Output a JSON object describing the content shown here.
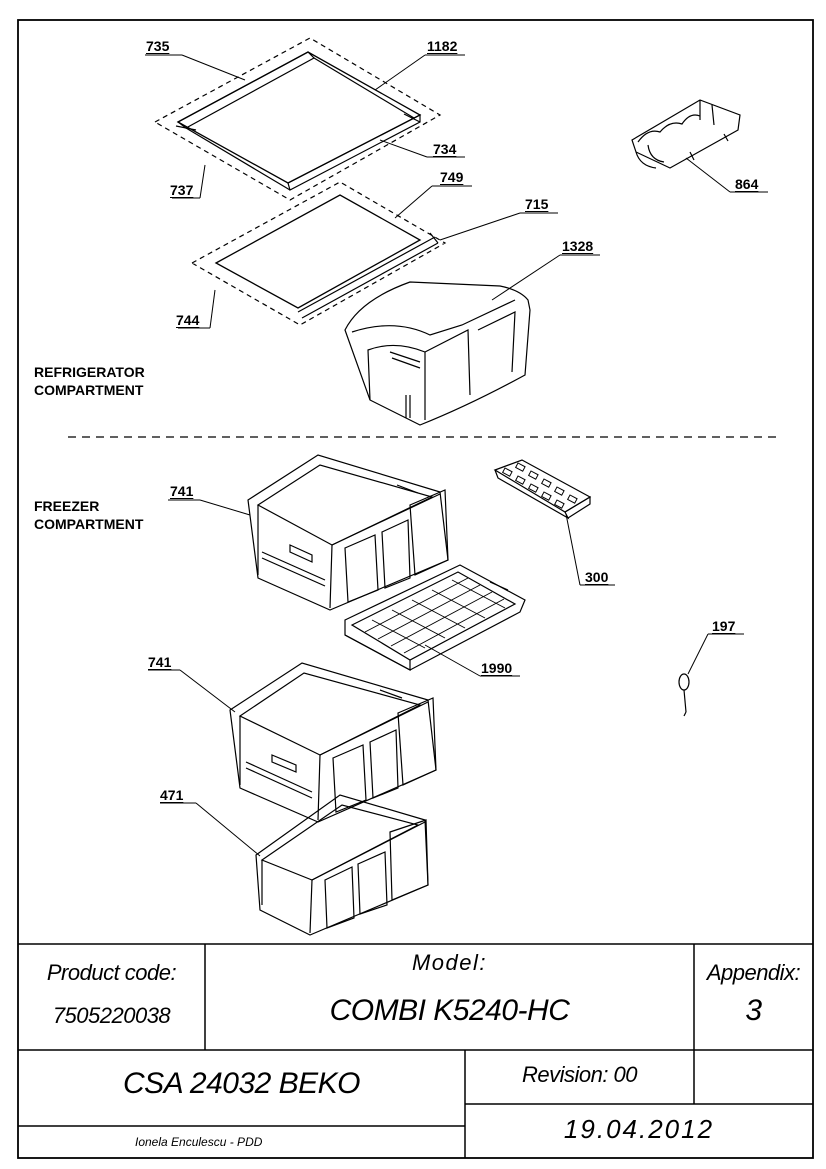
{
  "diagram": {
    "sections": {
      "refrigerator": [
        "REFRIGERATOR",
        "COMPARTMENT"
      ],
      "freezer": [
        "FREEZER",
        "COMPARTMENT"
      ]
    },
    "parts": {
      "p735": "735",
      "p1182": "1182",
      "p734": "734",
      "p737": "737",
      "p749": "749",
      "p715": "715",
      "p744": "744",
      "p1328": "1328",
      "p864": "864",
      "p741a": "741",
      "p300": "300",
      "p1990": "1990",
      "p197": "197",
      "p741b": "741",
      "p471": "471"
    }
  },
  "title_block": {
    "product_code_label": "Product code:",
    "product_code": "7505220038",
    "model_label": "Model:",
    "model": "COMBI K5240-HC",
    "appendix_label": "Appendix:",
    "appendix": "3",
    "document": "CSA 24032 BEKO",
    "revision": "Revision: 00",
    "author": "Ionela Enculescu - PDD",
    "date": "19.04.2012"
  }
}
